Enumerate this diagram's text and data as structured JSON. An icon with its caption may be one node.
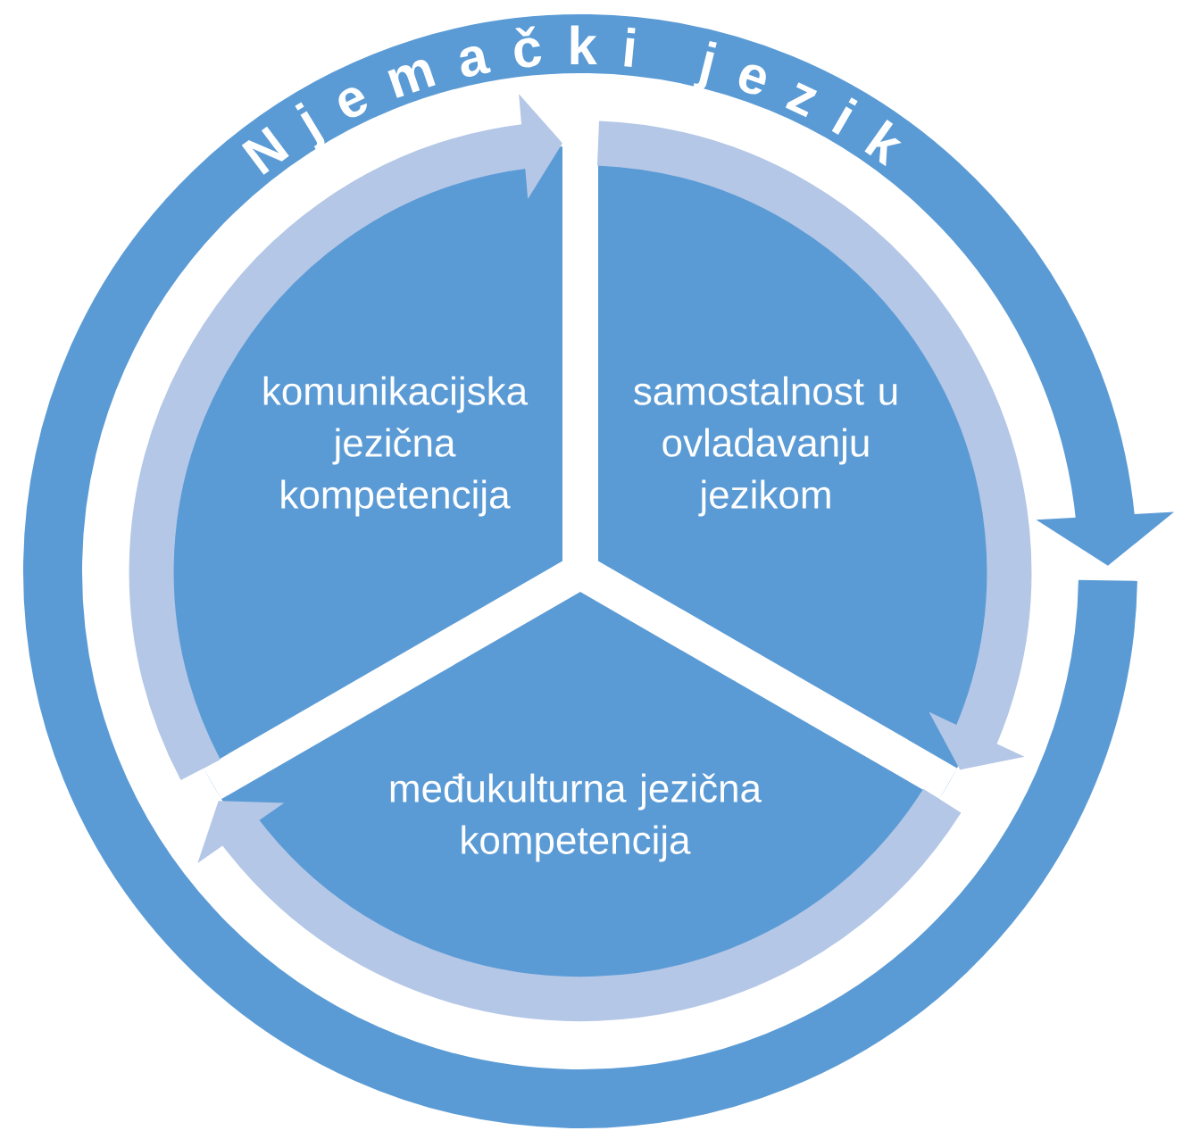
{
  "diagram": {
    "title": "Njemački jezik",
    "nodes": [
      {
        "text": [
          "komunikacijska jezična kompetencija"
        ]
      },
      {
        "text": [
          "samostalnost u ovladavanju jezikom"
        ]
      },
      {
        "text": [
          "međukulturna jezična kompetencija"
        ]
      }
    ],
    "edges": [
      {
        "from": 0,
        "to": 1,
        "arrow": "to"
      },
      {
        "from": 1,
        "to": 2,
        "arrow": "to"
      },
      {
        "from": 2,
        "to": 0,
        "arrow": "to"
      }
    ]
  }
}
